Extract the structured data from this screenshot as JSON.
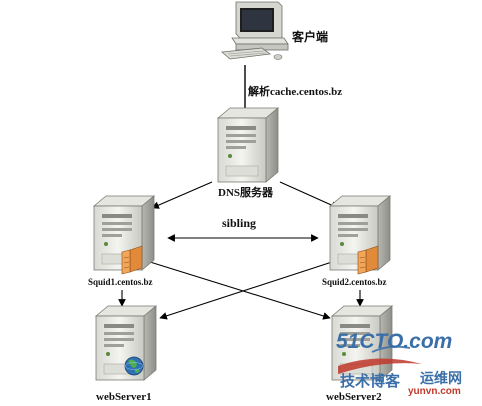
{
  "diagram": {
    "nodes": {
      "client": "客户端",
      "dns": "DNS服务器",
      "squid1": "Squid1.centos.bz",
      "squid2": "Squid2.centos.bz",
      "web1": "webServer1",
      "web2": "webServer2"
    },
    "edges": {
      "resolve": "解析cache.centos.bz",
      "sibling": "sibling"
    }
  },
  "watermark": {
    "site1": "51CTO.com",
    "blog": "技术博客",
    "yunwei": "运维网",
    "site2": "yunvn.com"
  },
  "colors": {
    "line": "#000000",
    "server_light": "#eeeeea",
    "server_mid": "#cfcfca",
    "server_dark": "#9a9a94",
    "watermark_blue": "#3b6fa8",
    "watermark_red": "#c0392b"
  }
}
